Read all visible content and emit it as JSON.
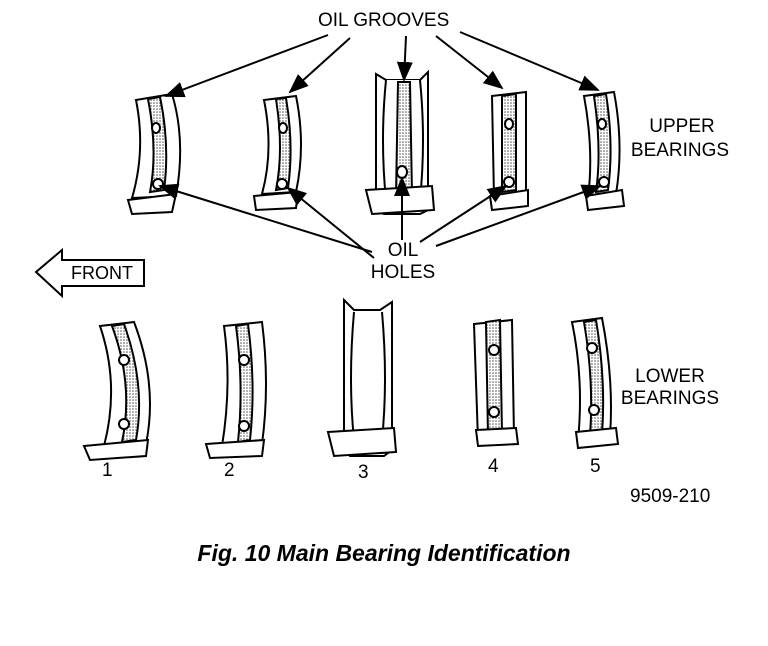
{
  "labels": {
    "oil_grooves": "OIL GROOVES",
    "oil_holes_line1": "OIL",
    "oil_holes_line2": "HOLES",
    "upper_line1": "UPPER",
    "upper_line2": "BEARINGS",
    "lower_line1": "LOWER",
    "lower_line2": "BEARINGS",
    "front": "FRONT"
  },
  "bearing_numbers": [
    "1",
    "2",
    "3",
    "4",
    "5"
  ],
  "figure_code": "9509-210",
  "caption": "Fig. 10 Main Bearing Identification"
}
